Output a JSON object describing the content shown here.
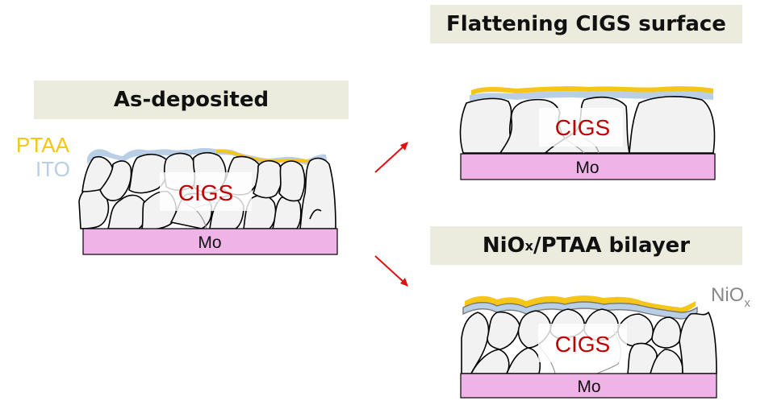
{
  "titles": {
    "as_deposited": "As-deposited",
    "flattening": "Flattening CIGS surface",
    "bilayer_main": "NiO",
    "bilayer_sub": "x",
    "bilayer_rest": "/PTAA bilayer"
  },
  "labels": {
    "ptaa": "PTAA",
    "ito": "ITO",
    "cigs": "CIGS",
    "mo": "Mo",
    "niox_main": "NiO",
    "niox_sub": "x"
  },
  "colors": {
    "title_bg": "#ebecde",
    "ptaa": "#f5c518",
    "ito": "#b8cfe6",
    "niox": "#888888",
    "cigs_text": "#c00000",
    "mo_fill": "#f0b3e8",
    "grain_fill": "#f2f2f2",
    "arrow": "#e01010"
  },
  "icons": {
    "arrows": [
      "arrow-up-right",
      "arrow-down-right"
    ]
  }
}
